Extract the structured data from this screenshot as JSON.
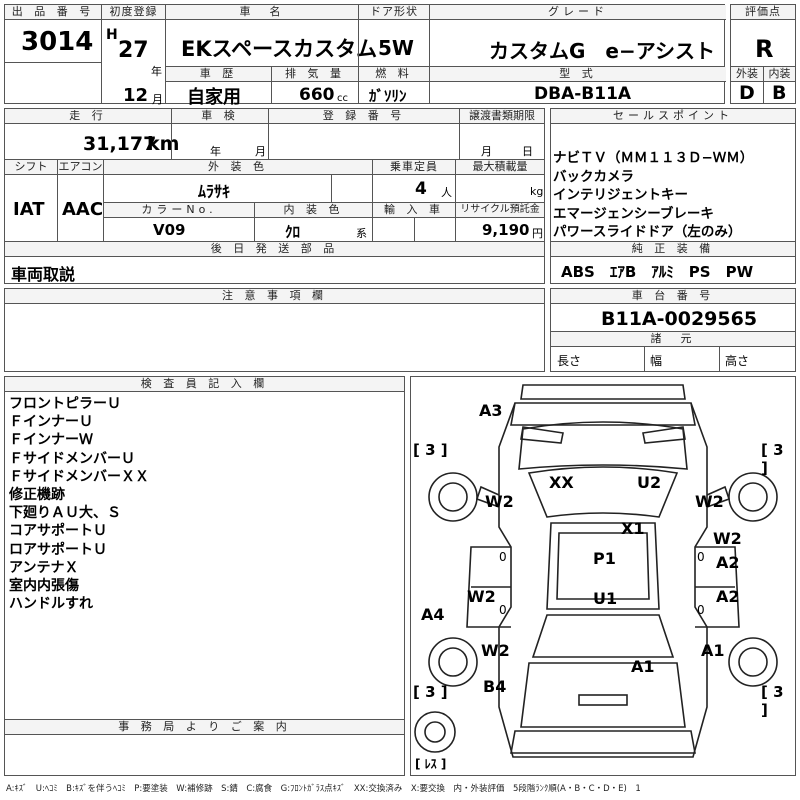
{
  "header": {
    "lot_label": "出 品 番 号",
    "lot": "3014",
    "first_reg_label": "初度登録",
    "era": "H",
    "year": "27",
    "year_unit": "年",
    "month": "12",
    "month_unit": "月",
    "name_label": "車　名",
    "name": "EKスペースカスタム",
    "door_label": "ドア形状",
    "door": "5W",
    "grade_label": "グレード",
    "grade": "カスタムG　e−アシスト",
    "score_label": "評価点",
    "score": "R",
    "history_label": "車 歴",
    "history": "自家用",
    "displacement_label": "排 気 量",
    "displacement": "660",
    "displacement_unit": "cc",
    "fuel_label": "燃 料",
    "fuel": "ｶﾞｿﾘﾝ",
    "model_label": "型 式",
    "model": "DBA-B11A",
    "ext_label": "外装",
    "ext": "D",
    "int_label": "内装",
    "int": "B"
  },
  "row2": {
    "mileage_label": "走 行",
    "mileage": "31,177",
    "mileage_unit": "km",
    "inspection_label": "車 検",
    "inspection_year": "年",
    "inspection_month": "月",
    "regno_label": "登 録 番 号",
    "transfer_label": "譲渡書類期限",
    "transfer_month": "月",
    "transfer_day": "日",
    "shift_label": "シフト",
    "shift": "IAT",
    "ac_label": "エアコン",
    "ac": "AAC",
    "color_label": "外 装 色",
    "color": "ﾑﾗｻｷ",
    "capacity_label": "乗車定員",
    "capacity": "4",
    "capacity_unit": "人",
    "load_label": "最大積載量",
    "load_unit": "kg",
    "colorno_label": "カラーNo.",
    "colorno": "V09",
    "intcolor_label": "内 装 色",
    "intcolor": "ｸﾛ",
    "intcolor_unit": "系",
    "import_label": "輸 入 車",
    "recycle_label": "リサイクル預託金",
    "recycle": "9,190",
    "recycle_unit": "円",
    "later_label": "後 日 発 送 部 品",
    "later": "車両取説"
  },
  "sales": {
    "label": "セールスポイント",
    "items": [
      "ナビＴＶ（ＭＭ１１３Ｄ−ＷＭ）",
      "バックカメラ",
      "インテリジェントキー",
      "エマージェンシーブレーキ",
      "パワースライドドア（左のみ）"
    ]
  },
  "equipment": {
    "label": "純 正 装 備",
    "items": "ABS　ｴｱB　ｱﾙﾐ　PS　PW"
  },
  "notes_label": "注 意 事 項 欄",
  "chassis": {
    "label": "車 台 番 号",
    "number": "B11A-0029565",
    "spec_label": "諸　元",
    "length": "長さ",
    "width": "幅",
    "height": "高さ"
  },
  "inspector": {
    "label": "検 査 員 記 入 欄",
    "lines": [
      "フロントピラーＵ",
      "ＦインナーＵ",
      "ＦインナーＷ",
      "ＦサイドメンバーＵ",
      "ＦサイドメンバーＸＸ",
      "修正機跡",
      "下廻りＡＵ大、Ｓ",
      "コアサポートＵ",
      "ロアサポートＵ",
      "アンテナＸ",
      "室内内張傷",
      "ハンドルすれ"
    ]
  },
  "office_label": "事 務 局 よ り ご 案 内",
  "diagram": {
    "codes": {
      "a3": "A3",
      "xx": "XX",
      "u2": "U2",
      "w2_left": "W2",
      "w2_right": "W2",
      "x1": "X1",
      "w2_right2": "W2",
      "a2_right": "A2",
      "p1": "P1",
      "w2_mid": "W2",
      "a2_right2": "A2",
      "u1": "U1",
      "a4": "A4",
      "w2_lower": "W2",
      "a1_right": "A1",
      "a1": "A1",
      "b4": "B4"
    },
    "zero": "0",
    "tires": {
      "fl": "3",
      "fr": "3",
      "rl": "3",
      "rr": "3",
      "spare": "ﾚｽ"
    }
  },
  "legend": "A:ｷｽﾞ　U:ﾍｺﾐ　B:ｷｽﾞを伴うﾍｺﾐ　P:要塗装　W:補修跡　S:錆　C:腐食　G:ﾌﾛﾝﾄｶﾞﾗｽ点ｷｽﾞ　XX:交換済み　X:要交換　内・外装評価　5段階ﾗﾝｸ順(A・B・C・D・E)　1"
}
